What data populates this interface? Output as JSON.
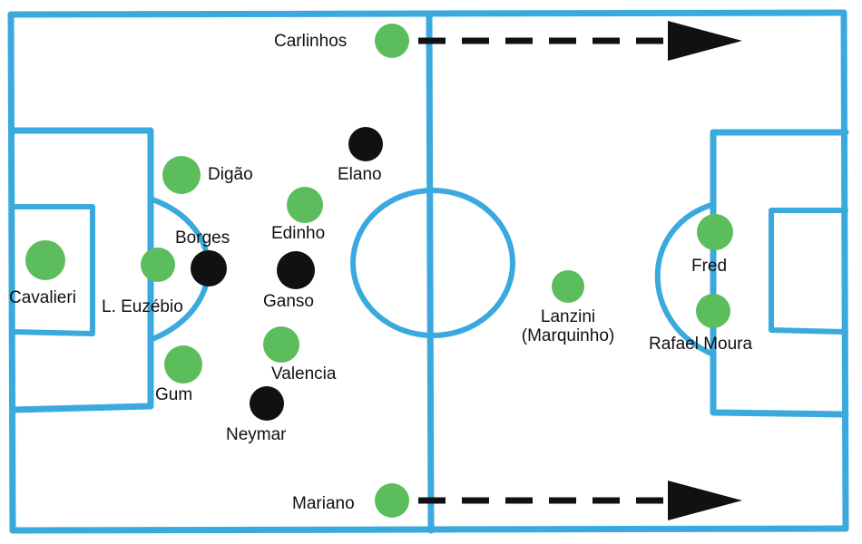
{
  "colors": {
    "line": "#3aa9de",
    "team_a": "#5cbd5c",
    "team_b": "#111111",
    "arrow": "#111111",
    "text": "#111111"
  },
  "players": [
    {
      "id": "cavalieri",
      "name": "Cavalieri",
      "team": "a"
    },
    {
      "id": "l-euzebio",
      "name": "L. Euzébio",
      "team": "a"
    },
    {
      "id": "digao",
      "name": "Digão",
      "team": "a"
    },
    {
      "id": "gum",
      "name": "Gum",
      "team": "a"
    },
    {
      "id": "carlinhos",
      "name": "Carlinhos",
      "team": "a"
    },
    {
      "id": "mariano",
      "name": "Mariano",
      "team": "a"
    },
    {
      "id": "edinho",
      "name": "Edinho",
      "team": "a"
    },
    {
      "id": "valencia",
      "name": "Valencia",
      "team": "a"
    },
    {
      "id": "lanzini",
      "name": "Lanzini\n(Marquinho)",
      "team": "a"
    },
    {
      "id": "fred",
      "name": "Fred",
      "team": "a"
    },
    {
      "id": "rafael-moura",
      "name": "Rafael Moura",
      "team": "a"
    },
    {
      "id": "elano",
      "name": "Elano",
      "team": "b"
    },
    {
      "id": "borges",
      "name": "Borges",
      "team": "b"
    },
    {
      "id": "ganso",
      "name": "Ganso",
      "team": "b"
    },
    {
      "id": "neymar",
      "name": "Neymar",
      "team": "b"
    }
  ],
  "runs": [
    {
      "id": "carlinhos-run",
      "from": "carlinhos"
    },
    {
      "id": "mariano-run",
      "from": "mariano"
    }
  ]
}
